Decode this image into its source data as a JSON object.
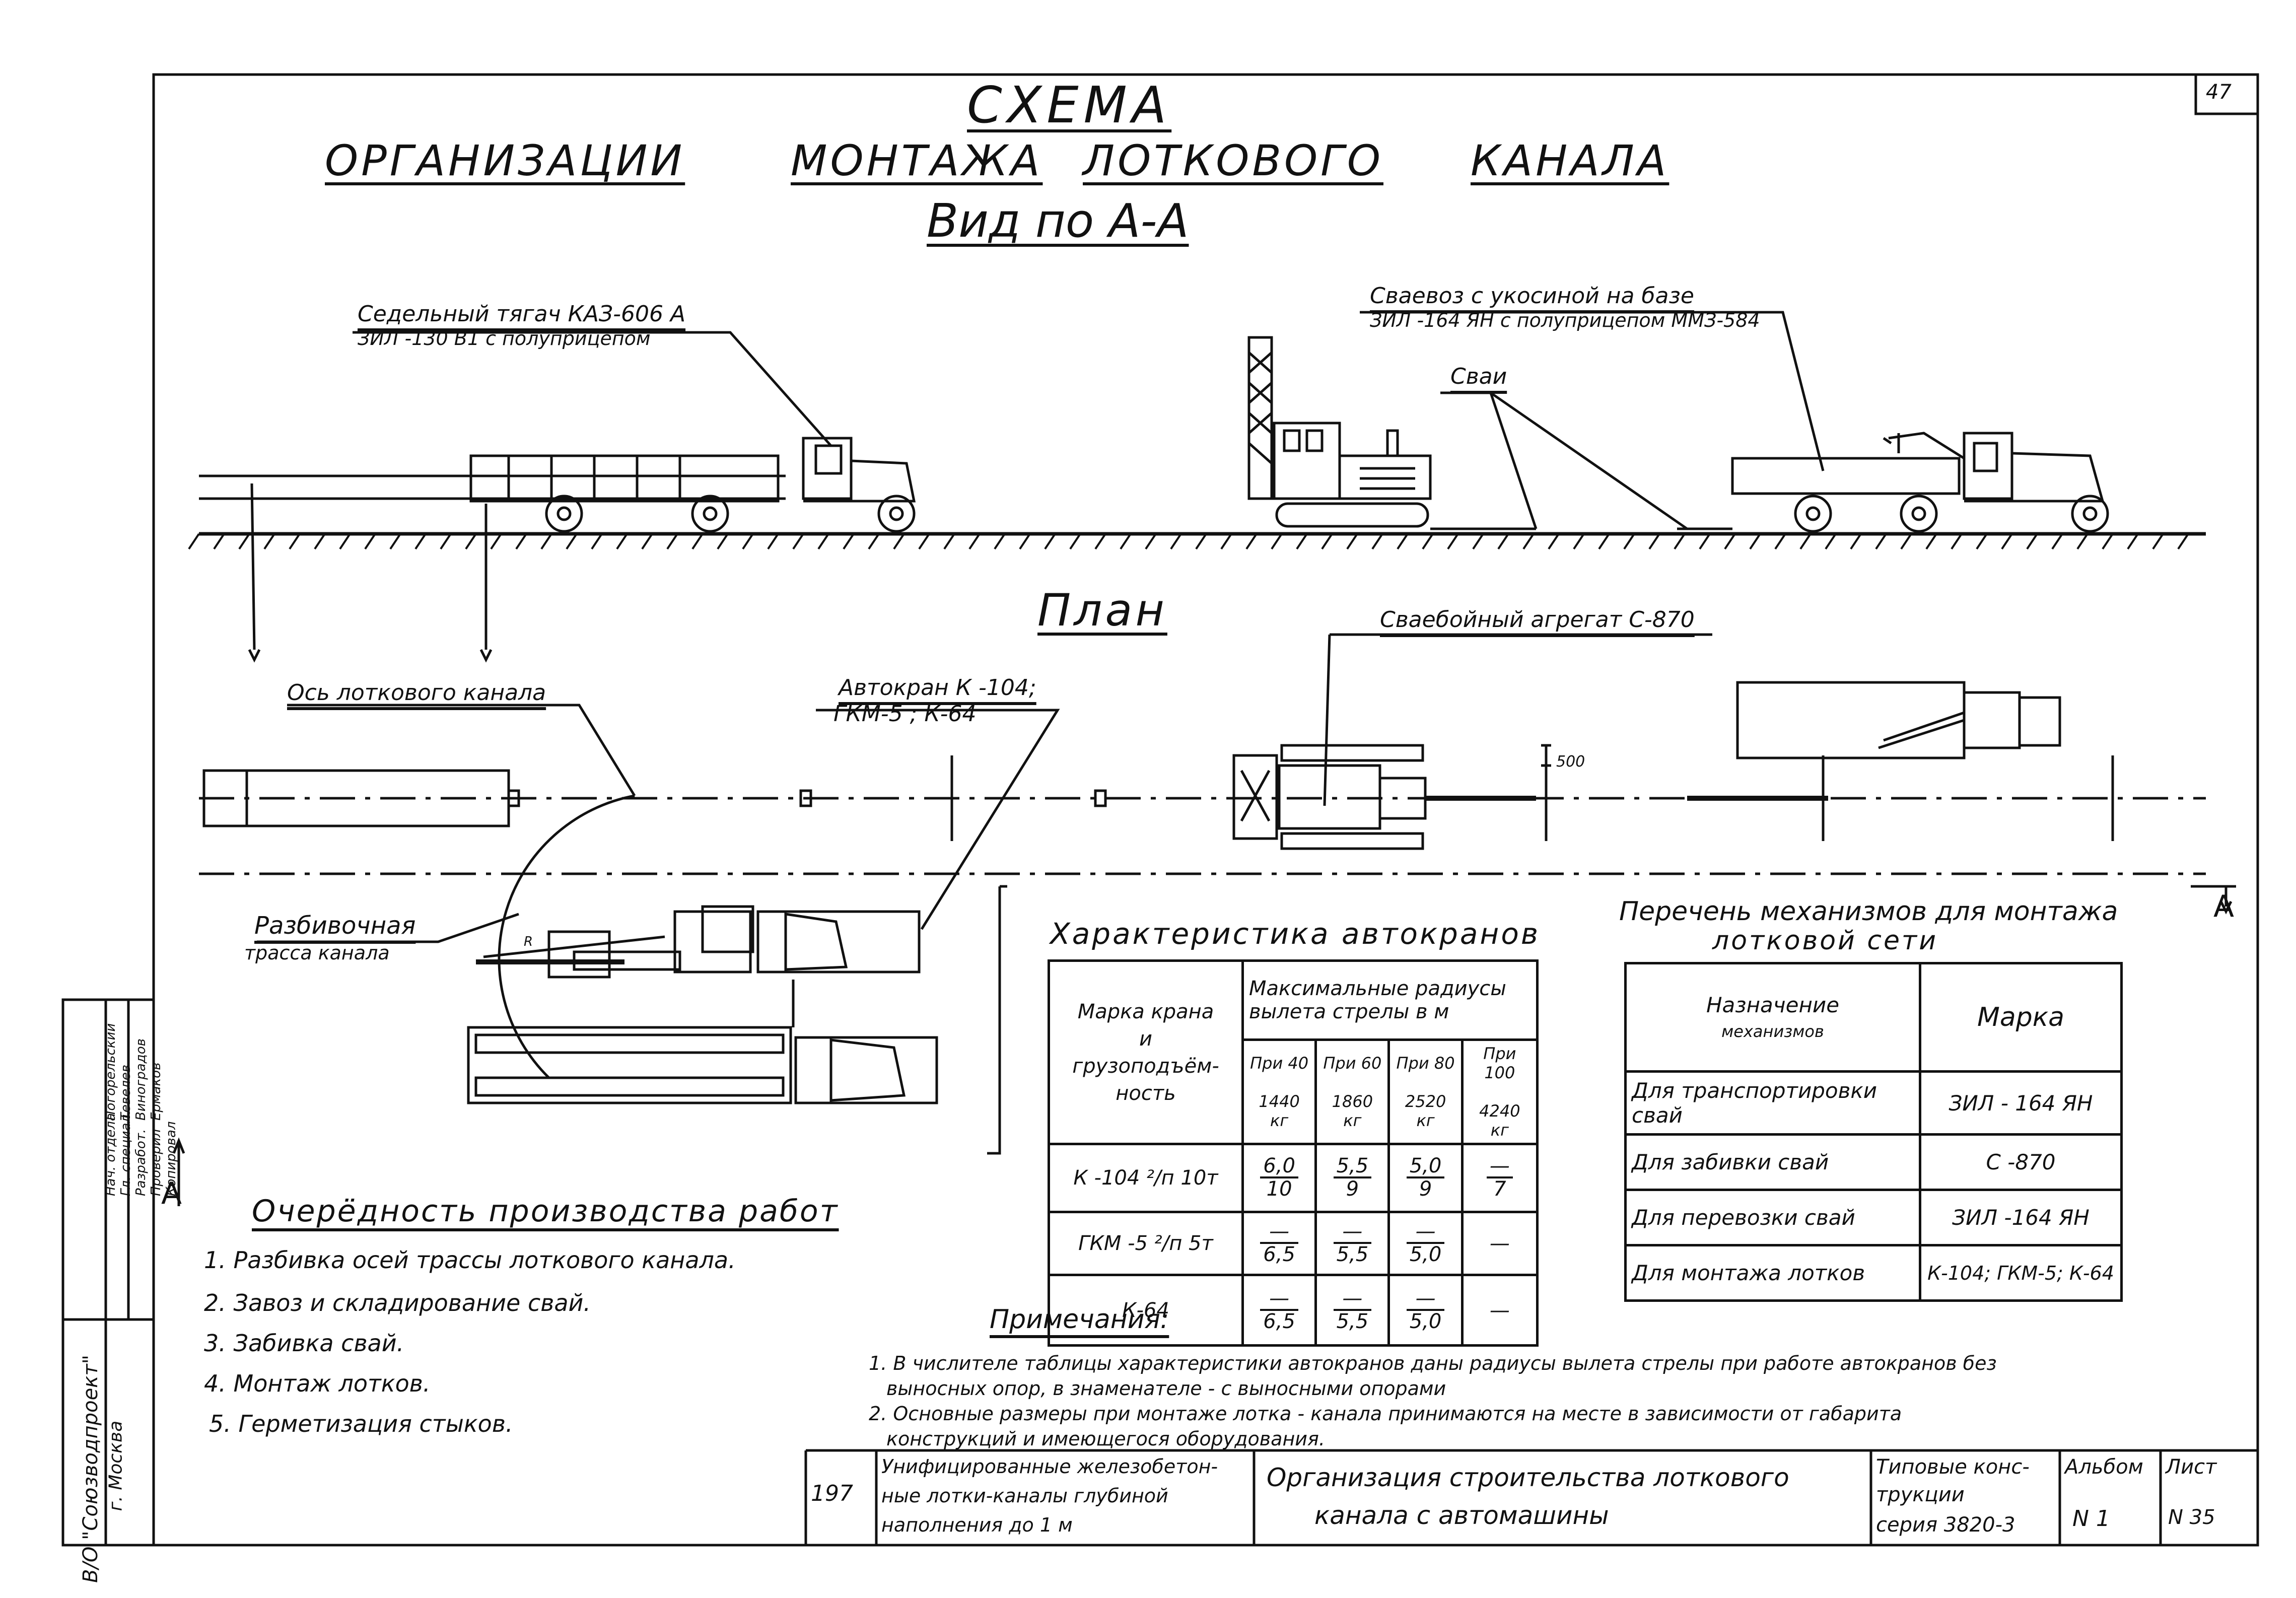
{
  "sheet_corner_number": "47",
  "title": {
    "line1": "СХЕМА",
    "line2a": "ОРГАНИЗАЦИИ",
    "line2b": "МОНТАЖА",
    "line2c": "ЛОТКОВОГО",
    "line2d": "КАНАЛА",
    "line3": "Вид по А-А"
  },
  "labels": {
    "tractor_l1": "Седельный тягач КАЗ-606 А",
    "tractor_l2": "ЗИЛ -130 В1 с полуприцепом",
    "pile_truck_l1": "Сваевоз с укосиной на базе",
    "pile_truck_l2": "ЗИЛ -164 ЯН с полуприцепом ММЗ-584",
    "piles": "Сваи",
    "plan": "План",
    "pile_driver": "Сваебойный агрегат С-870",
    "canal_axis": "Ось лоткового канала",
    "autocrane_l1": "Автокран К -104;",
    "autocrane_l2": "ГКМ-5 ; К-64",
    "route_l1": "Разбивочная",
    "route_l2": "трасса канала",
    "dim_500": "500",
    "radius": "R",
    "section_a": "А"
  },
  "crane_table": {
    "title": "Характеристика автокранов",
    "header_col1": [
      "Марка крана",
      "и",
      "грузоподъём-",
      "ность"
    ],
    "header_group": "Максимальные радиусы вылета стрелы в м",
    "sub_headers": [
      {
        "top": "При 40",
        "bottom": "1440 кг"
      },
      {
        "top": "При 60",
        "bottom": "1860 кг"
      },
      {
        "top": "При 80",
        "bottom": "2520 кг"
      },
      {
        "top": "При 100",
        "bottom": "4240 кг"
      }
    ],
    "rows": [
      {
        "name": "К -104 ²/п 10т",
        "cells": [
          [
            "6,0",
            "10"
          ],
          [
            "5,5",
            "9"
          ],
          [
            "5,0",
            "9"
          ],
          [
            "—",
            "7"
          ]
        ]
      },
      {
        "name": "ГКМ -5 ²/п 5т",
        "cells": [
          [
            "—",
            "6,5"
          ],
          [
            "—",
            "5,5"
          ],
          [
            "—",
            "5,0"
          ],
          [
            "—",
            ""
          ]
        ]
      },
      {
        "name": "К-64",
        "cells": [
          [
            "—",
            "6,5"
          ],
          [
            "—",
            "5,5"
          ],
          [
            "—",
            "5,0"
          ],
          [
            "—",
            ""
          ]
        ]
      }
    ]
  },
  "mech_table": {
    "title_l1": "Перечень механизмов для монтажа",
    "title_l2": "лотковой сети",
    "header_purpose_l1": "Назначение",
    "header_purpose_l2": "механизмов",
    "header_brand": "Марка",
    "rows": [
      {
        "purpose": "Для транспортировки свай",
        "brand": "ЗИЛ - 164 ЯН"
      },
      {
        "purpose": "Для забивки свай",
        "brand": "С -870"
      },
      {
        "purpose": "Для перевозки свай",
        "brand": "ЗИЛ -164 ЯН"
      },
      {
        "purpose": "Для монтажа лотков",
        "brand": "К-104; ГКМ-5; К-64"
      }
    ]
  },
  "sequence": {
    "title": "Очерёдность производства работ",
    "items": [
      "1. Разбивка осей трассы лоткового канала.",
      "2. Завоз и складирование свай.",
      "3. Забивка свай.",
      "4. Монтаж лотков.",
      "5. Герметизация стыков."
    ]
  },
  "notes": {
    "title": "Примечания:",
    "n1_l1": "1. В числителе таблицы характеристики автокранов даны радиусы вылета стрелы при работе автокранов без",
    "n1_l2": "выносных опор, в знаменателе - с выносными опорами",
    "n2_l1": "2. Основные размеры при монтаже лотка - канала принимаются на месте в зависимости от габарита",
    "n2_l2": "конструкций и имеющегося оборудования."
  },
  "stamp": {
    "year": "197",
    "project_l1": "Унифицированные железобетон-",
    "project_l2": "ные лотки-каналы глубиной",
    "project_l3": "наполнения до 1 м",
    "sheet_title_l1": "Организация строительства лоткового",
    "sheet_title_l2": "канала с автомашины",
    "series_l1": "Типовые конс-",
    "series_l2": "трукции",
    "series_l3": "серия 3820-3",
    "album_label": "Альбом",
    "album_value": "N 1",
    "sheet_label": "Лист",
    "sheet_value": "N 35"
  },
  "side_stamp": {
    "org": "В/О \"Союзводпроект\"",
    "city": "г. Москва",
    "roles": [
      "Нач. отдела",
      "Гл. специал.",
      "Разработ.",
      "Проверил",
      "Копировал"
    ],
    "names": [
      "Погорельский",
      "Тевелев",
      "Виноградов",
      "Ермаков",
      ""
    ]
  }
}
